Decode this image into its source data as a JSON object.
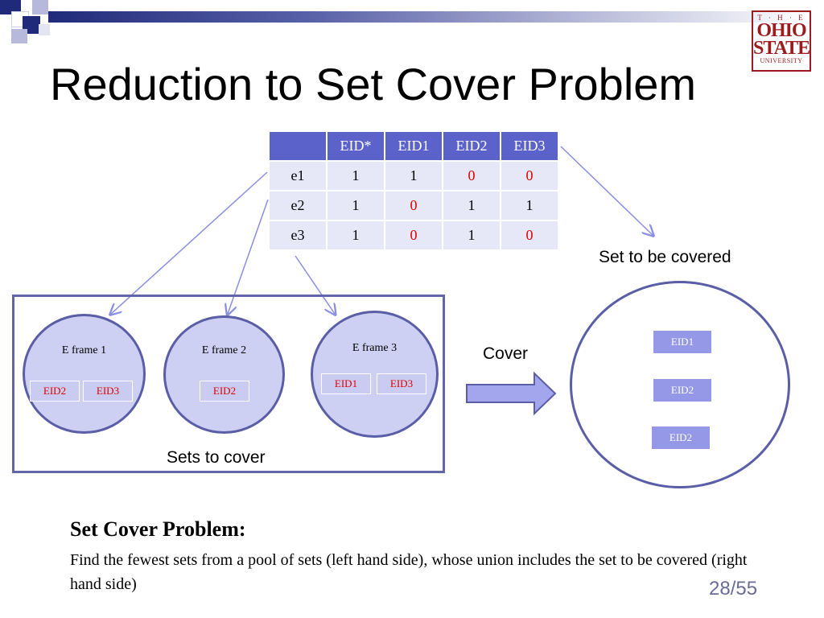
{
  "title": "Reduction to Set Cover Problem",
  "logo": {
    "line1": "T · H · E",
    "line2": "OHIO",
    "line3": "STATE",
    "line4": "UNIVERSITY"
  },
  "table": {
    "headers": [
      "",
      "EID*",
      "EID1",
      "EID2",
      "EID3"
    ],
    "rows": [
      {
        "label": "e1",
        "cells": [
          "1",
          "1",
          "0",
          "0"
        ]
      },
      {
        "label": "e2",
        "cells": [
          "1",
          "0",
          "1",
          "1"
        ]
      },
      {
        "label": "e3",
        "cells": [
          "1",
          "0",
          "1",
          "0"
        ]
      }
    ]
  },
  "labels": {
    "set_to_be_covered": "Set to be covered",
    "cover": "Cover",
    "sets_to_cover": "Sets to cover"
  },
  "frames": [
    {
      "title": "E frame 1",
      "tags": [
        "EID2",
        "EID3"
      ]
    },
    {
      "title": "E frame 2",
      "tags": [
        "EID2"
      ]
    },
    {
      "title": "E frame 3",
      "tags": [
        "EID1",
        "EID3"
      ]
    }
  ],
  "covered_set": [
    "EID1",
    "EID2",
    "EID2"
  ],
  "problem": {
    "heading": "Set Cover Problem:",
    "text": "Find the fewest sets from a pool of sets (left hand side), whose union includes the set to be covered (right hand side)"
  },
  "page": "28/55",
  "colors": {
    "header": "#5b62c9",
    "cell": "#e6e8f7",
    "circle": "#cdd0f2",
    "zero": "#e00000",
    "tag_white": "#9598e6"
  }
}
